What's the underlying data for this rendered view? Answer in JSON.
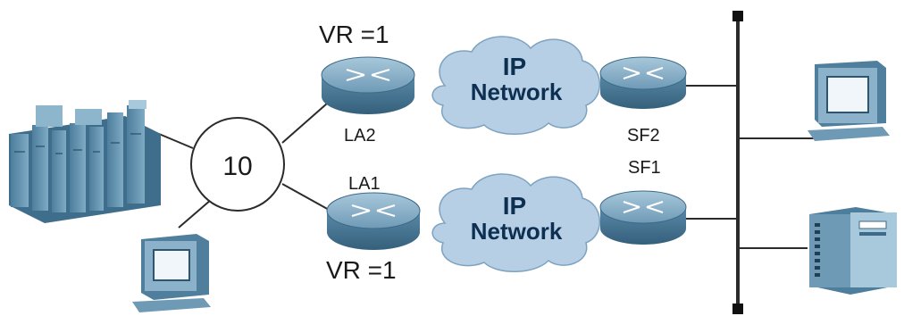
{
  "diagram": {
    "ring_label": "10",
    "routers": {
      "la2": {
        "name": "LA2",
        "vr": "VR =1"
      },
      "la1": {
        "name": "LA1",
        "vr": "VR =1"
      },
      "sf2": {
        "name": "SF2"
      },
      "sf1": {
        "name": "SF1"
      }
    },
    "clouds": [
      {
        "line1": "IP",
        "line2": "Network"
      },
      {
        "line1": "IP",
        "line2": "Network"
      }
    ],
    "colors": {
      "router_top": "#7fa9c3",
      "router_side": "#4f7f9d",
      "cloud": "#b6cfe4",
      "cloud_text": "#0d2f52",
      "line": "#2b2b2b",
      "device": "#5f8fab"
    },
    "icons": [
      "server-cluster-icon",
      "workstation-icon",
      "router-icon",
      "cloud-icon",
      "terminal-icon",
      "server-icon",
      "lan-bus-icon"
    ]
  }
}
